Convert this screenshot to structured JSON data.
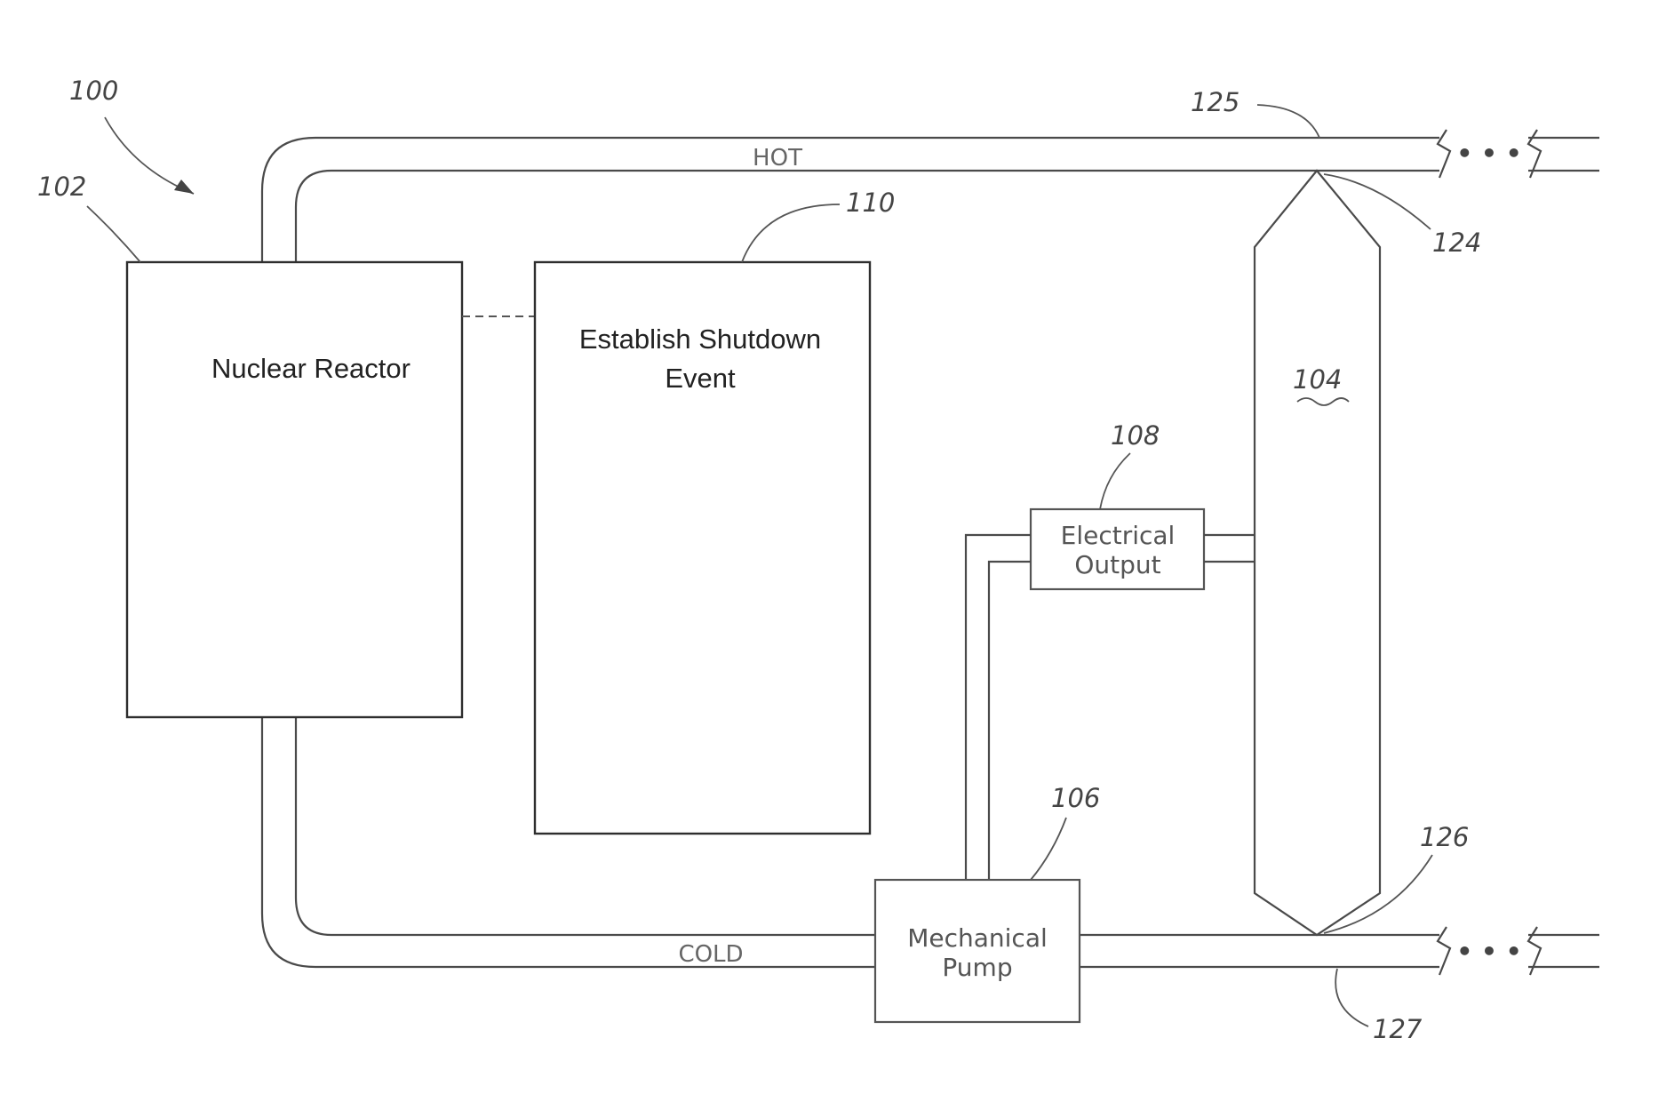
{
  "figure": {
    "ref_system": "100",
    "ref_reactor": "102",
    "ref_heat_exchanger": "104",
    "ref_pump": "106",
    "ref_electrical_output": "108",
    "ref_shutdown_system": "110",
    "ref_hot_junction": "124",
    "ref_hot_leg": "125",
    "ref_cold_junction": "126",
    "ref_cold_leg": "127"
  },
  "labels": {
    "hot": "HOT",
    "cold": "COLD",
    "reactor": "Nuclear Reactor",
    "shutdown_line1": "Establish Shutdown",
    "shutdown_line2": "Event",
    "electrical_line1": "Electrical",
    "electrical_line2": "Output",
    "pump_line1": "Mechanical",
    "pump_line2": "Pump",
    "continuation": "• • •"
  }
}
